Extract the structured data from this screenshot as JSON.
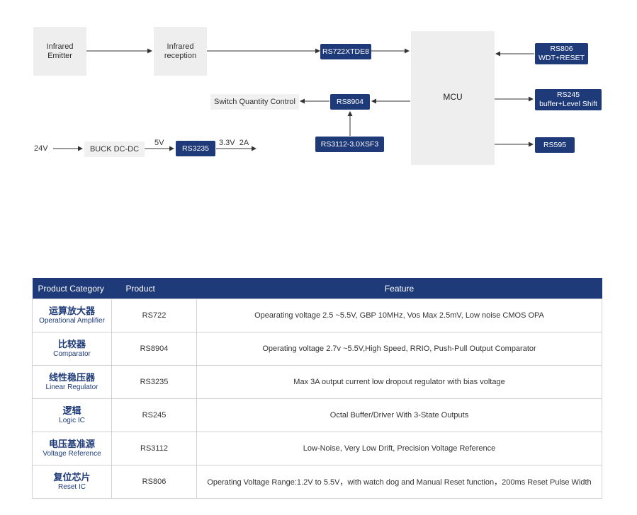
{
  "diagram": {
    "ir_emitter": "Infrared\nEmitter",
    "ir_reception": "Infrared\nreception",
    "rs722": "RS722XTDE8",
    "mcu": "MCU",
    "rs806": "RS806\nWDT+RESET",
    "rs245": "RS245\nbuffer+Level Shift",
    "rs595": "RS595",
    "rs8904": "RS8904",
    "switch_control": "Switch Quantity Control",
    "rs3112": "RS3112-3.0XSF3",
    "in_24v": "24V",
    "buck": "BUCK DC-DC",
    "v5": "5V",
    "rs3235": "RS3235",
    "out_33v": "3.3V  2A"
  },
  "table": {
    "headers": [
      "Product Category",
      "Product",
      "Feature"
    ],
    "rows": [
      {
        "cn": "运算放大器",
        "en": "Operational Amplifier",
        "product": "RS722",
        "feature": "Opearating voltage 2.5 ~5.5V, GBP 10MHz,  Vos Max 2.5mV, Low noise CMOS OPA"
      },
      {
        "cn": "比较器",
        "en": "Comparator",
        "product": "RS8904",
        "feature": "Operating voltage 2.7v ~5.5V,High Speed, RRIO, Push-Pull Output Comparator"
      },
      {
        "cn": "线性稳压器",
        "en": "Linear Regulator",
        "product": "RS3235",
        "feature": "Max 3A output current low dropout regulator with bias voltage"
      },
      {
        "cn": "逻辑",
        "en": "Logic IC",
        "product": "RS245",
        "feature": "Octal Buffer/Driver With 3-State Outputs"
      },
      {
        "cn": "电压基准源",
        "en": "Voltage Reference",
        "product": "RS3112",
        "feature": "Low-Noise, Very Low Drift, Precision Voltage Reference"
      },
      {
        "cn": "复位芯片",
        "en": "Reset IC",
        "product": "RS806",
        "feature": "Operating Voltage Range:1.2V to 5.5V，with watch dog and Manual Reset function，200ms Reset Pulse Width"
      }
    ]
  }
}
